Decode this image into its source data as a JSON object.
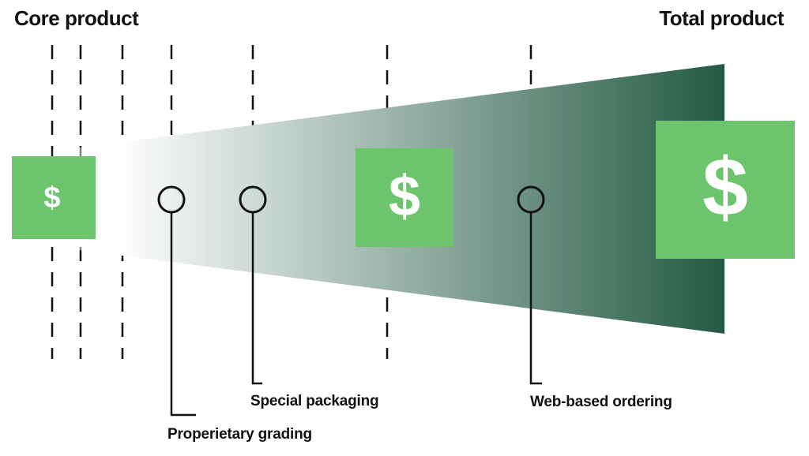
{
  "headings": {
    "core": "Core product",
    "total": "Total product"
  },
  "price_boxes": [
    {
      "symbol": "$",
      "size": "small"
    },
    {
      "symbol": "$",
      "size": "medium"
    },
    {
      "symbol": "$",
      "size": "large"
    }
  ],
  "features": [
    {
      "label": "Properietary grading"
    },
    {
      "label": "Special packaging"
    },
    {
      "label": "Web-based ordering"
    }
  ],
  "colors": {
    "wedge_start": "#ffffff",
    "wedge_end": "#245a44",
    "price_box": "#6cc46c",
    "lines": "#111111"
  }
}
